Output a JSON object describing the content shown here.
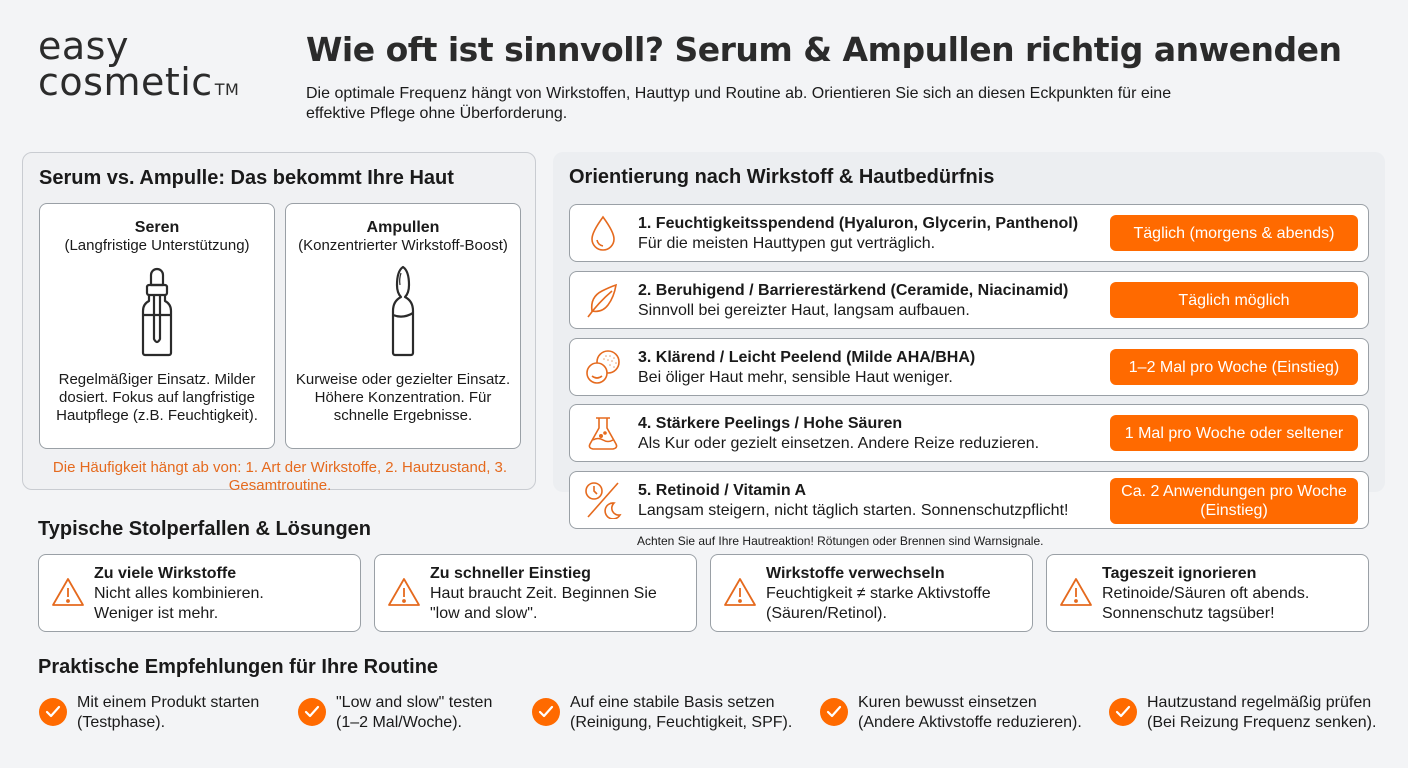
{
  "brand": {
    "line1": "easy",
    "line2": "cosmetic",
    "tm": "TM"
  },
  "header": {
    "title": "Wie oft ist sinnvoll? Serum & Ampullen richtig anwenden",
    "subtitle": "Die optimale Frequenz hängt von Wirkstoffen, Hauttyp und Routine ab. Orientieren Sie sich an diesen Eckpunkten für eine effektive Pflege ohne Überforderung."
  },
  "colors": {
    "accent": "#ff6a00",
    "accent_text": "#e56a1e",
    "background": "#f3f4f6",
    "card": "#ffffff"
  },
  "comparison": {
    "title": "Serum vs. Ampulle: Das bekommt Ihre Haut",
    "cards": [
      {
        "heading": "Seren",
        "subheading": "(Langfristige Unterstützung)",
        "icon": "dropper-bottle-icon",
        "description": "Regelmäßiger Einsatz. Milder dosiert. Fokus auf langfristige Hautpflege (z.B. Feuchtigkeit)."
      },
      {
        "heading": "Ampullen",
        "subheading": "(Konzentrierter Wirkstoff-Boost)",
        "icon": "ampoule-icon",
        "description": "Kurweise oder gezielter Einsatz. Höhere Konzentration. Für schnelle Ergebnisse."
      }
    ],
    "note": "Die Häufigkeit hängt ab von: 1. Art der Wirkstoffe, 2. Hautzustand, 3. Gesamtroutine."
  },
  "orientation": {
    "title": "Orientierung nach Wirkstoff & Hautbedürfnis",
    "rows": [
      {
        "icon": "water-drop-icon",
        "title": "1. Feuchtigkeitsspendend (Hyaluron, Glycerin, Panthenol)",
        "subtitle": "Für die meisten Hauttypen gut verträglich.",
        "frequency": "Täglich (morgens & abends)"
      },
      {
        "icon": "leaf-icon",
        "title": "2. Beruhigend / Barrierestärkend (Ceramide, Niacinamid)",
        "subtitle": "Sinnvoll bei gereizter Haut, langsam aufbauen.",
        "frequency": "Täglich möglich"
      },
      {
        "icon": "cotton-pads-icon",
        "title": "3. Klärend / Leicht Peelend (Milde AHA/BHA)",
        "subtitle": "Bei öliger Haut mehr, sensible Haut weniger.",
        "frequency": "1–2 Mal pro Woche (Einstieg)"
      },
      {
        "icon": "flask-icon",
        "title": "4. Stärkere Peelings / Hohe Säuren",
        "subtitle": "Als Kur oder gezielt einsetzen. Andere Reize reduzieren.",
        "frequency": "1 Mal pro Woche oder seltener"
      },
      {
        "icon": "clock-moon-icon",
        "title": "5. Retinoid / Vitamin A",
        "subtitle": "Langsam steigern, nicht täglich starten. Sonnenschutzpflicht!",
        "frequency": "Ca. 2 Anwendungen pro Woche (Einstieg)"
      }
    ],
    "warning_note": "Achten Sie auf Ihre Hautreaktion! Rötungen oder Brennen sind Warnsignale."
  },
  "pitfalls": {
    "title": "Typische Stolperfallen & Lösungen",
    "items": [
      {
        "title": "Zu viele Wirkstoffe",
        "text": "Nicht alles kombinieren.\nWeniger ist mehr."
      },
      {
        "title": "Zu schneller Einstieg",
        "text": "Haut braucht Zeit. Beginnen Sie\n\"low and slow\"."
      },
      {
        "title": "Wirkstoffe verwechseln",
        "text": "Feuchtigkeit ≠ starke Aktivstoffe\n(Säuren/Retinol)."
      },
      {
        "title": "Tageszeit ignorieren",
        "text": "Retinoide/Säuren oft abends.\nSonnenschutz tagsüber!"
      }
    ]
  },
  "recommendations": {
    "title": "Praktische Empfehlungen für Ihre Routine",
    "items": [
      {
        "text": "Mit einem Produkt starten\n(Testphase)."
      },
      {
        "text": "\"Low and slow\" testen\n(1–2 Mal/Woche)."
      },
      {
        "text": "Auf eine stabile Basis setzen\n(Reinigung, Feuchtigkeit, SPF)."
      },
      {
        "text": "Kuren bewusst einsetzen\n(Andere Aktivstoffe reduzieren)."
      },
      {
        "text": "Hautzustand regelmäßig prüfen\n(Bei Reizung Frequenz senken)."
      }
    ]
  }
}
